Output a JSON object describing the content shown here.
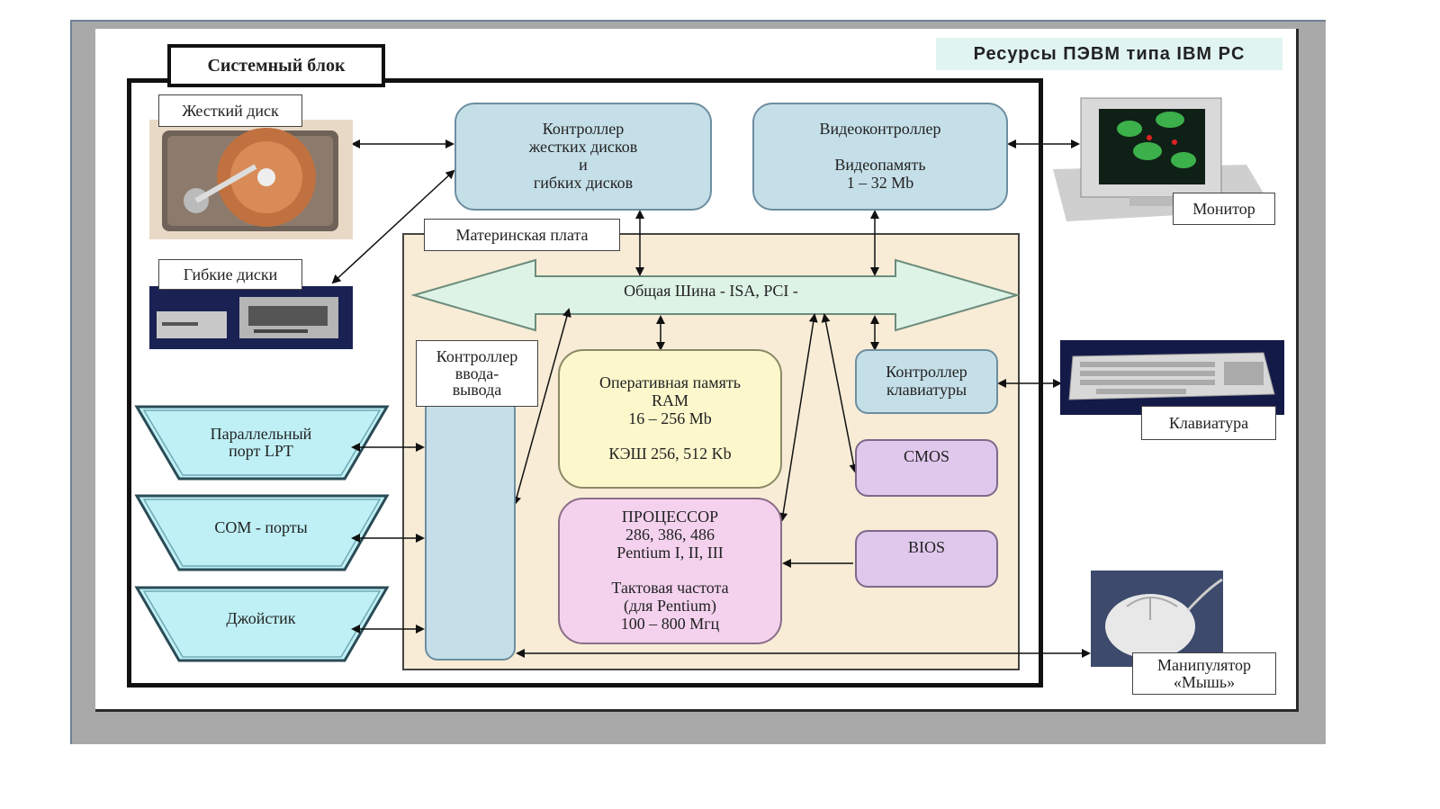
{
  "title": "Ресурсы ПЭВМ типа IBM PC",
  "system_block": "Системный блок",
  "motherboard": "Материнская плата",
  "bus": "Общая Шина - ISA, PCI -",
  "hdd_label": "Жесткий диск",
  "fdd_label": "Гибкие диски",
  "disk_controller": "Контроллер\nжестких дисков\nи\nгибких дисков",
  "video_controller": "Видеоконтроллер\n\nВидеопамять\n1 – 32 Mb",
  "monitor_label": "Монитор",
  "io_controller": "Контроллер\nввода-\nвывода",
  "ram": "Оперативная память\nRAM\n16 – 256 Mb\n\nКЭШ  256, 512 Kb",
  "processor": "ПРОЦЕССОР\n286, 386, 486\nPentium I, II, III\n\nТактовая частота\n(для Pentium)\n100 – 800 Мгц",
  "keyboard_controller": "Контроллер\nклавиатуры",
  "cmos": "CMOS",
  "bios": "BIOS",
  "keyboard_label": "Клавиатура",
  "mouse_label": "Манипулятор\n«Мышь»",
  "lpt_port": "Параллельный\nпорт LPT",
  "com_ports": "COM - порты",
  "joystick": "Джойстик",
  "colors": {
    "blue_box": "#c5dfe8",
    "yellow_box": "#fdf7cc",
    "pink_box": "#f4d2ee",
    "purple_box": "#e0c8ec",
    "motherboard": "#f8ecd6",
    "bus_arrow": "#ddf3e6",
    "port": "#bff0f5"
  }
}
